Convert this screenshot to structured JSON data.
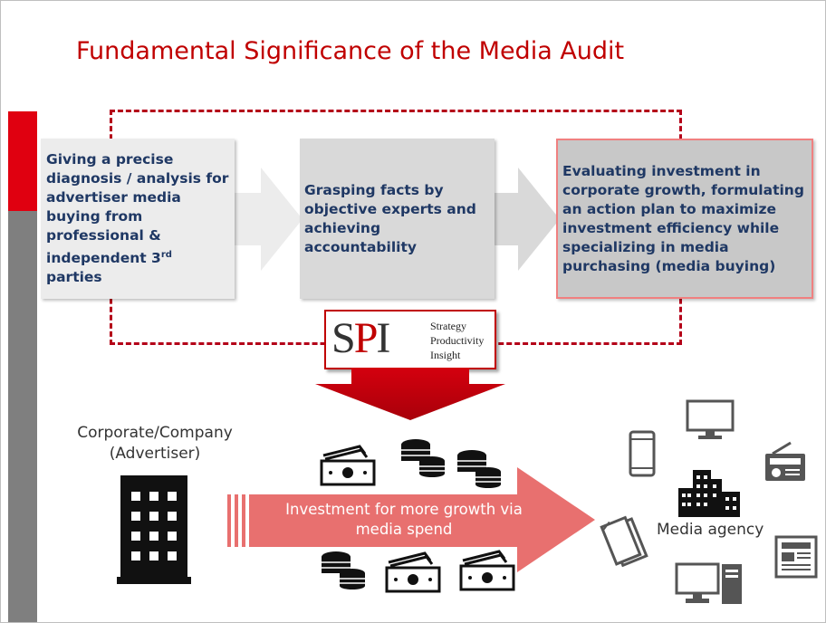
{
  "title": "Fundamental Significance of the Media Audit",
  "steps": [
    {
      "text_pre": "Giving a precise diagnosis / analysis for advertiser media buying from professional & independent 3",
      "text_sup": "rd",
      "text_post": " parties"
    },
    {
      "text": "Grasping facts by objective experts and achieving accountability"
    },
    {
      "text": "Evaluating investment in corporate growth, formulating an action plan to maximize investment efficiency while specializing in media purchasing (media buying)"
    }
  ],
  "logo": {
    "letters": "SPI",
    "line1": "Strategy",
    "line2": "Productivity",
    "line3": "Insight"
  },
  "advertiser": {
    "line1": "Corporate/Company",
    "line2": "(Advertiser)"
  },
  "flow": {
    "line1": "Investment  for more growth via",
    "line2": "media spend"
  },
  "agency": {
    "label": "Media agency"
  },
  "colors": {
    "accent_red": "#c00000",
    "box_text": "#1f3864",
    "flow_arrow": "#e8706f"
  },
  "icons": [
    "money-icon",
    "coins-icon",
    "building-icon",
    "smartphone-icon",
    "monitor-icon",
    "radio-icon",
    "magazine-icon",
    "newspaper-icon",
    "desktop-computer-icon",
    "office-buildings-icon"
  ]
}
